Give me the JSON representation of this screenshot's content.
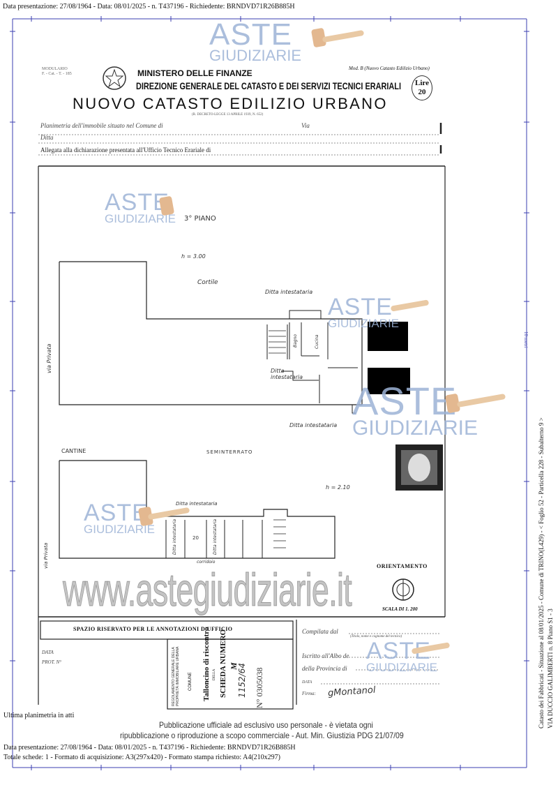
{
  "top_header": "Data presentazione: 27/08/1964 - Data: 08/01/2025 - n. T437196 - Richiedente: BRNDVD71R26B885H",
  "form": {
    "modulario": "MODULARIO",
    "modulario_sub": "F. - Cat. - T. - 185",
    "mod_b": "Mod. B (Nuovo Catasto Edilizio Urbano)",
    "ministry": "MINISTERO DELLE FINANZE",
    "direzione": "DIREZIONE GENERALE DEL CATASTO E DEI SERVIZI TECNICI ERARIALI",
    "title": "NUOVO CATASTO EDILIZIO URBANO",
    "decree": "(R. DECRETO-LEGGE 13 APRILE 1939, N. 652)",
    "stamp_lire": "Lire",
    "stamp_value": "20",
    "line_planimetria": "Planimetria dell'immobile situato nel Comune di",
    "line_via": "Via",
    "line_ditta": "Ditta",
    "line_allegata": "Allegata alla dichiarazione presentata all'Ufficio Tecnico Erariale di"
  },
  "plan": {
    "floor3_label": "3° PIANO",
    "floor3_height": "h = 3.00",
    "cortile": "Cortile",
    "ditta_top": "Ditta intestataria",
    "bagno": "Bagno",
    "cucina": "Cucina",
    "ditta_mid": "Ditta intestataria",
    "ditta_bottom": "Ditta intestataria",
    "via_left_top": "via Privata",
    "cantine": "CANTINE",
    "seminterrato": "SEMINTERRATO",
    "basement_height": "h = 2.10",
    "ditta_basement": "Ditta intestataria",
    "cell_ditta_1": "Ditta intestataria",
    "cell_number": "20",
    "cell_ditta_2": "Ditta intestataria",
    "corridoio": "corridoio",
    "via_left_bottom": "via Privata",
    "orientamento": "ORIENTAMENTO",
    "scala": "SCALA DI 1. 200"
  },
  "office": {
    "spazio": "SPAZIO RISERVATO PER LE ANNOTAZIONI D'UFFICIO",
    "data": "DATA",
    "prot": "PROT. N°",
    "regolamento": "REGOLAMENTO GENERALE DELLA PROPRIETÀ IMMOBILIARE URBANA",
    "comune": "COMUNE",
    "tallon": "Talloncino di riscontro",
    "della": "DELLA",
    "scheda": "SCHEDA NUMERO",
    "scheda_m": "M",
    "scheda_hand": "1152/64",
    "serial": "N° 0305038",
    "compilata": "Compilata dal",
    "compilata_sub": "(Titolo, nome e cognome del tecnico)",
    "iscritto": "Iscritto all'Albo de",
    "provincia": "della Provincia di",
    "data2": "DATA",
    "firma": "Firma:",
    "signature": "gMontanol"
  },
  "side_text_1": "Catasto dei Fabbricati - Situazione al 08/01/2025 - Comune di TRINO(L429) - < Foglio 52 - Particella 228 - Subalterno 9 >",
  "side_text_2": "VIA DUCCIO GALIMBERTI n. 8 Piano S1 - 3",
  "side_small": "10 metri",
  "footer": {
    "ultima": "Ultima planimetria in atti",
    "line1": "Data presentazione: 27/08/1964 - Data: 08/01/2025 - n. T437196 - Richiedente: BRNDVD71R26B885H",
    "line2": "Totale schede: 1 - Formato di acquisizione: A3(297x420) - Formato stampa richiesto: A4(210x297)",
    "notice1": "Pubblicazione ufficiale ad esclusivo uso personale - è vietata ogni",
    "notice2": "ripubblicazione o riproduzione a scopo commerciale - Aut. Min. Giustizia PDG 21/07/09"
  },
  "watermark": {
    "aste": "ASTE",
    "giudiziarie": "GIUDIZIARIE",
    "url": "www.astegiudiziarie.it"
  },
  "colors": {
    "frame": "#3b3fb0",
    "watermark": "#9db3d6"
  }
}
